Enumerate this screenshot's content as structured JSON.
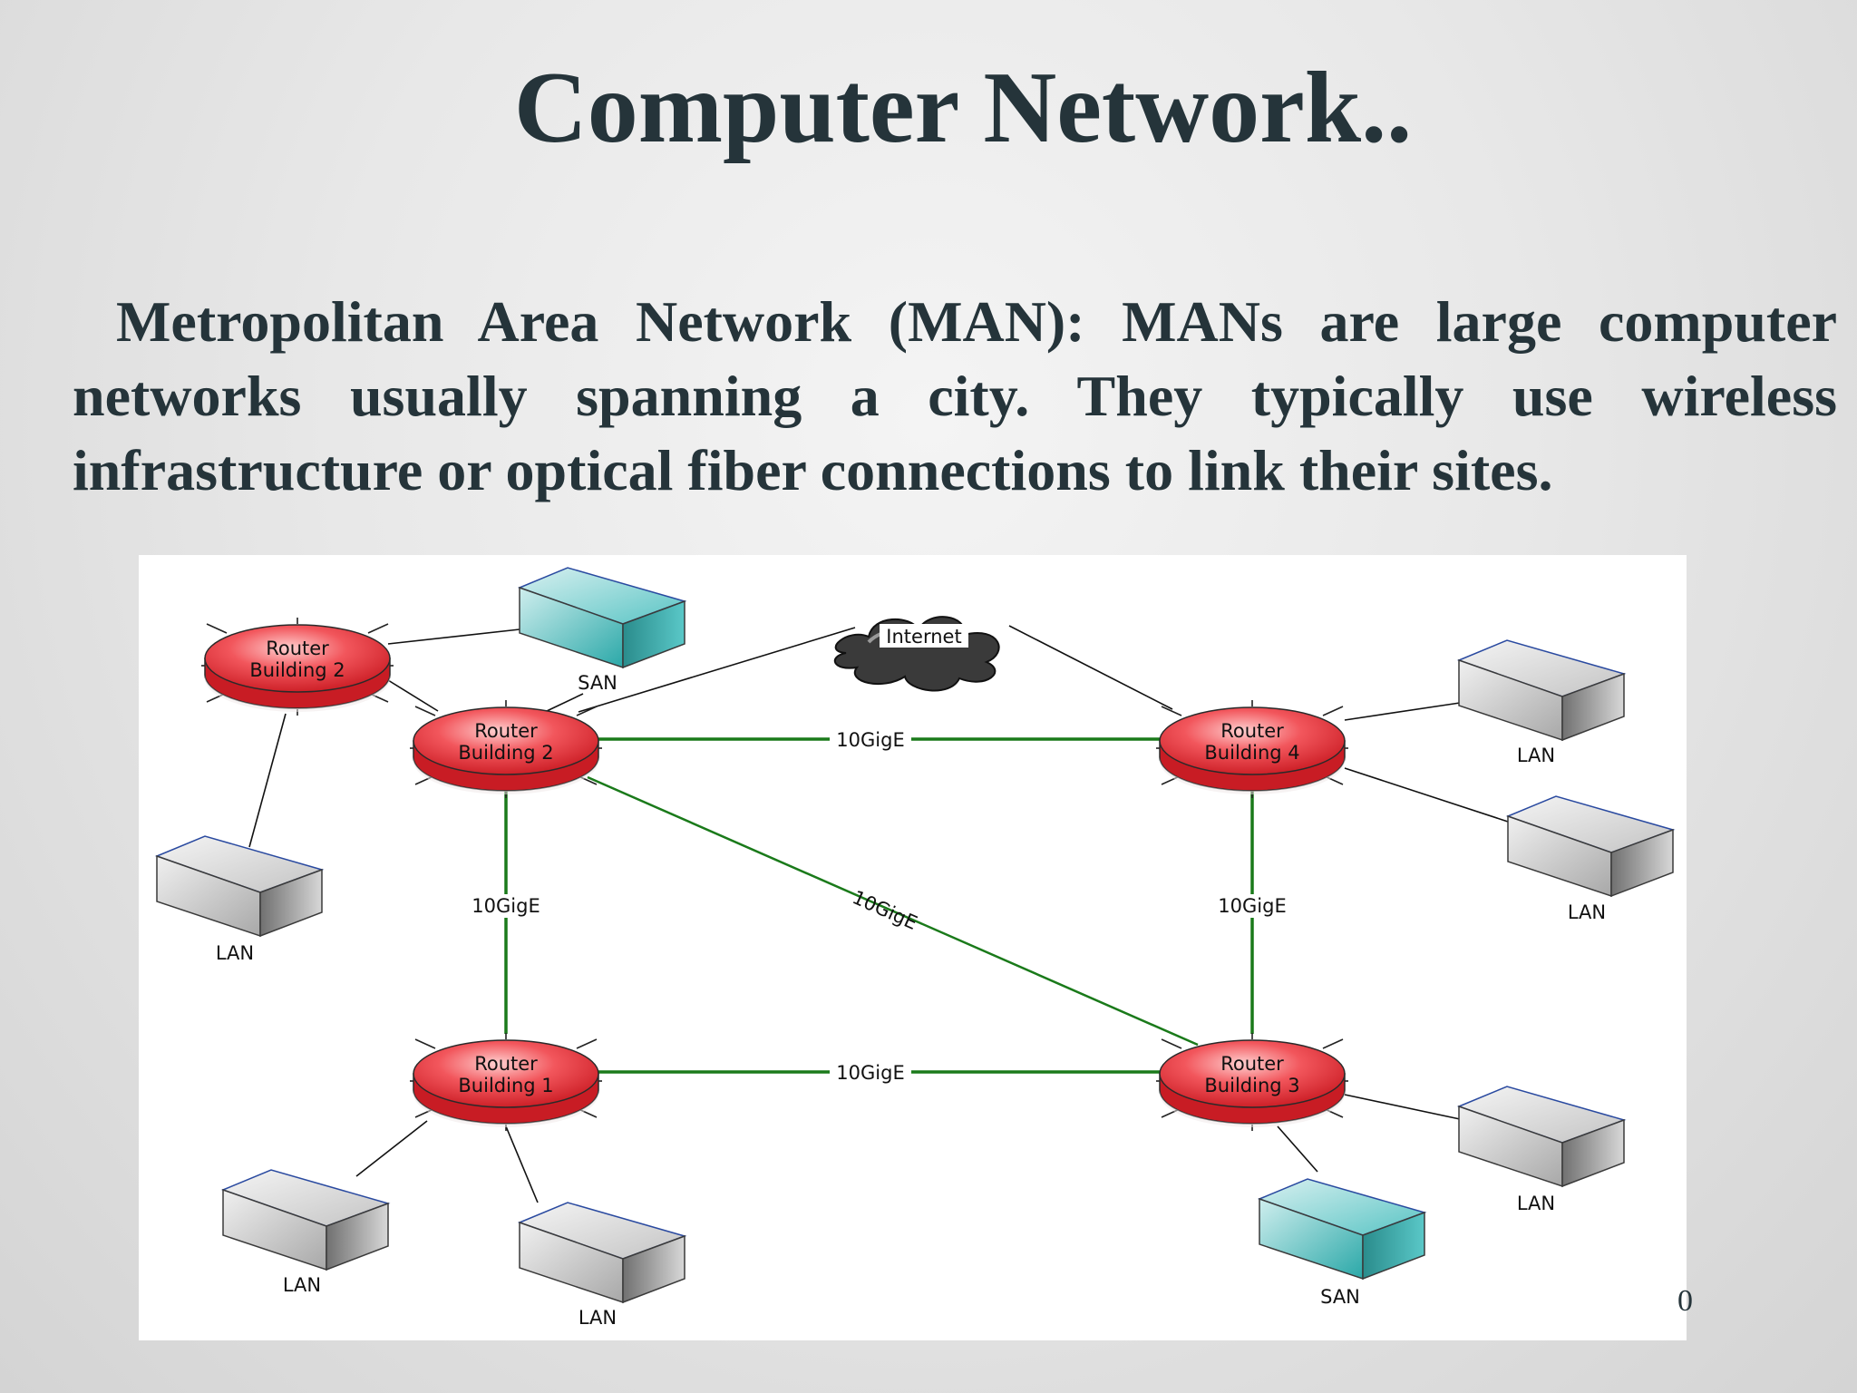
{
  "title": "Computer Network..",
  "body": "Metropolitan Area Network (MAN): MANs are large computer networks usually spanning a city. They typically use wireless infrastructure or optical fiber connections to link their sites.",
  "page_number": "0",
  "colors": {
    "text": "#25343a",
    "router": "#e8323a",
    "link_10gige": "#1a7a1a",
    "san": "#3fb6b6",
    "lan": "#d8d8d8"
  },
  "diagram": {
    "routers": [
      {
        "id": "rb2a",
        "line1": "Router",
        "line2": "Building 2"
      },
      {
        "id": "rb2",
        "line1": "Router",
        "line2": "Building 2"
      },
      {
        "id": "rb4",
        "line1": "Router",
        "line2": "Building 4"
      },
      {
        "id": "rb1",
        "line1": "Router",
        "line2": "Building 1"
      },
      {
        "id": "rb3",
        "line1": "Router",
        "line2": "Building 3"
      }
    ],
    "internet": "Internet",
    "link_label": "10GigE",
    "san_label": "SAN",
    "lan_label": "LAN"
  }
}
